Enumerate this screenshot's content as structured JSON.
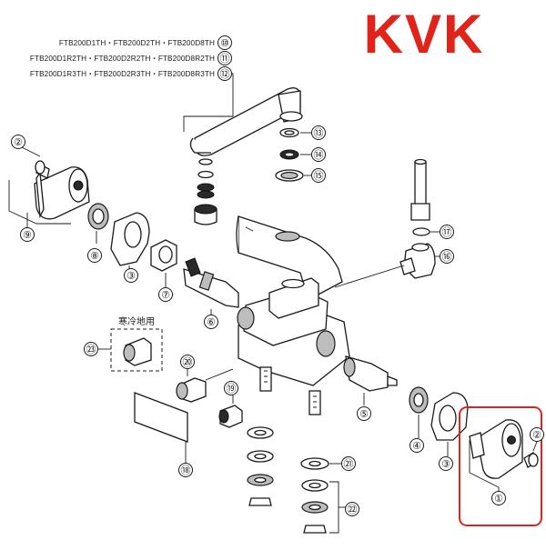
{
  "brand": {
    "logo_text": "KVK",
    "color": "#e2231a"
  },
  "model_lines": [
    {
      "models": "FTB200D1TH・FTB200D2TH・FTB200D8TH",
      "ref": "⑩"
    },
    {
      "models": "FTB200D1R2TH・FTB200D2R2TH・FTB200D8R2TH",
      "ref": "⑪"
    },
    {
      "models": "FTB200D1R3TH・FTB200D2R3TH・FTB200D8R3TH",
      "ref": "⑫"
    }
  ],
  "cold_region_label": "寒冷地用",
  "highlight_color": "#e2231a",
  "callouts": [
    "①",
    "②",
    "②",
    "③",
    "③",
    "④",
    "⑤",
    "⑥",
    "⑦",
    "⑧",
    "⑨",
    "⑬",
    "⑭",
    "⑮",
    "⑯",
    "⑰",
    "⑱",
    "⑲",
    "⑳",
    "㉑",
    "㉒",
    "㉓"
  ]
}
